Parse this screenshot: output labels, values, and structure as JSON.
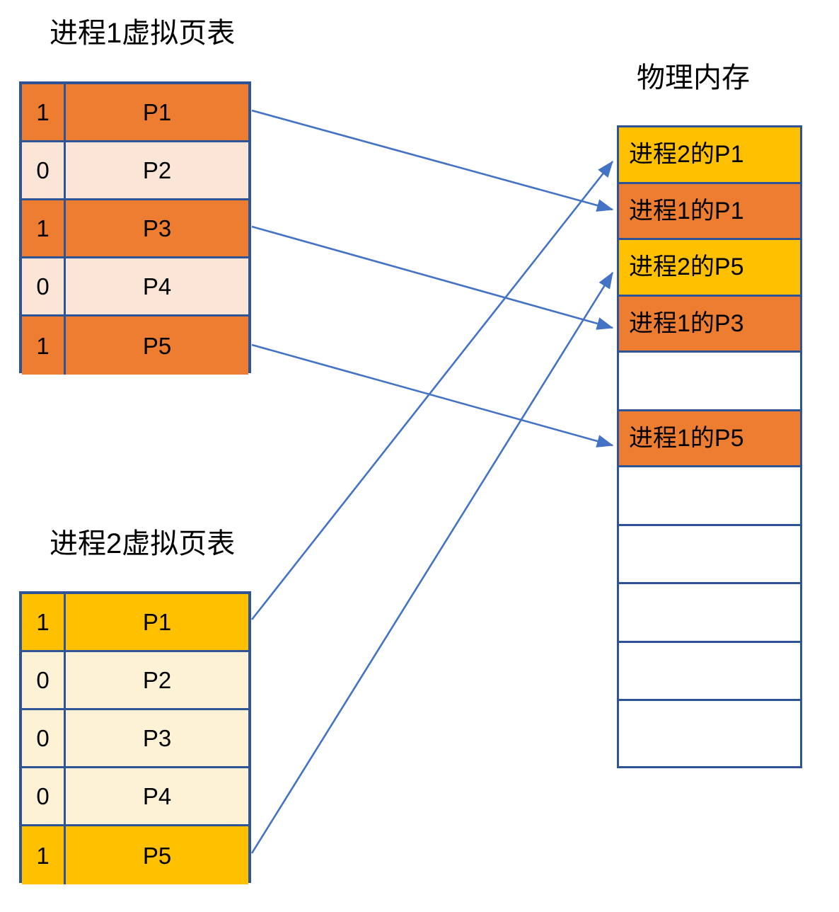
{
  "diagram": {
    "kind": "virtual-memory-paging-diagram",
    "accent_line_color": "#4472c4",
    "border_color": "#2e5496",
    "proc1_color": "#ed7d31",
    "proc1_pale_color": "#fbe5d6",
    "proc2_color": "#ffc000",
    "proc2_pale_color": "#fdf2d6"
  },
  "process1_table": {
    "title": "进程1虚拟页表",
    "rows": [
      {
        "flag": "1",
        "page": "P1",
        "present": true
      },
      {
        "flag": "0",
        "page": "P2",
        "present": false
      },
      {
        "flag": "1",
        "page": "P3",
        "present": true
      },
      {
        "flag": "0",
        "page": "P4",
        "present": false
      },
      {
        "flag": "1",
        "page": "P5",
        "present": true
      }
    ]
  },
  "process2_table": {
    "title": "进程2虚拟页表",
    "rows": [
      {
        "flag": "1",
        "page": "P1",
        "present": true
      },
      {
        "flag": "0",
        "page": "P2",
        "present": false
      },
      {
        "flag": "0",
        "page": "P3",
        "present": false
      },
      {
        "flag": "0",
        "page": "P4",
        "present": false
      },
      {
        "flag": "1",
        "page": "P5",
        "present": true
      }
    ]
  },
  "physical_memory": {
    "title": "物理内存",
    "cells": [
      {
        "label": "进程2的P1",
        "owner": "process2"
      },
      {
        "label": "进程1的P1",
        "owner": "process1"
      },
      {
        "label": "进程2的P5",
        "owner": "process2"
      },
      {
        "label": "进程1的P3",
        "owner": "process1"
      },
      {
        "label": "",
        "owner": "free"
      },
      {
        "label": "进程1的P5",
        "owner": "process1"
      },
      {
        "label": "",
        "owner": "free"
      },
      {
        "label": "",
        "owner": "free"
      },
      {
        "label": "",
        "owner": "free"
      },
      {
        "label": "",
        "owner": "free"
      },
      {
        "label": "",
        "owner": "free"
      }
    ]
  },
  "mappings": [
    {
      "from": "process1.P1",
      "to": "memory.cell2"
    },
    {
      "from": "process1.P3",
      "to": "memory.cell4"
    },
    {
      "from": "process1.P5",
      "to": "memory.cell6"
    },
    {
      "from": "process2.P1",
      "to": "memory.cell1"
    },
    {
      "from": "process2.P5",
      "to": "memory.cell3"
    }
  ]
}
